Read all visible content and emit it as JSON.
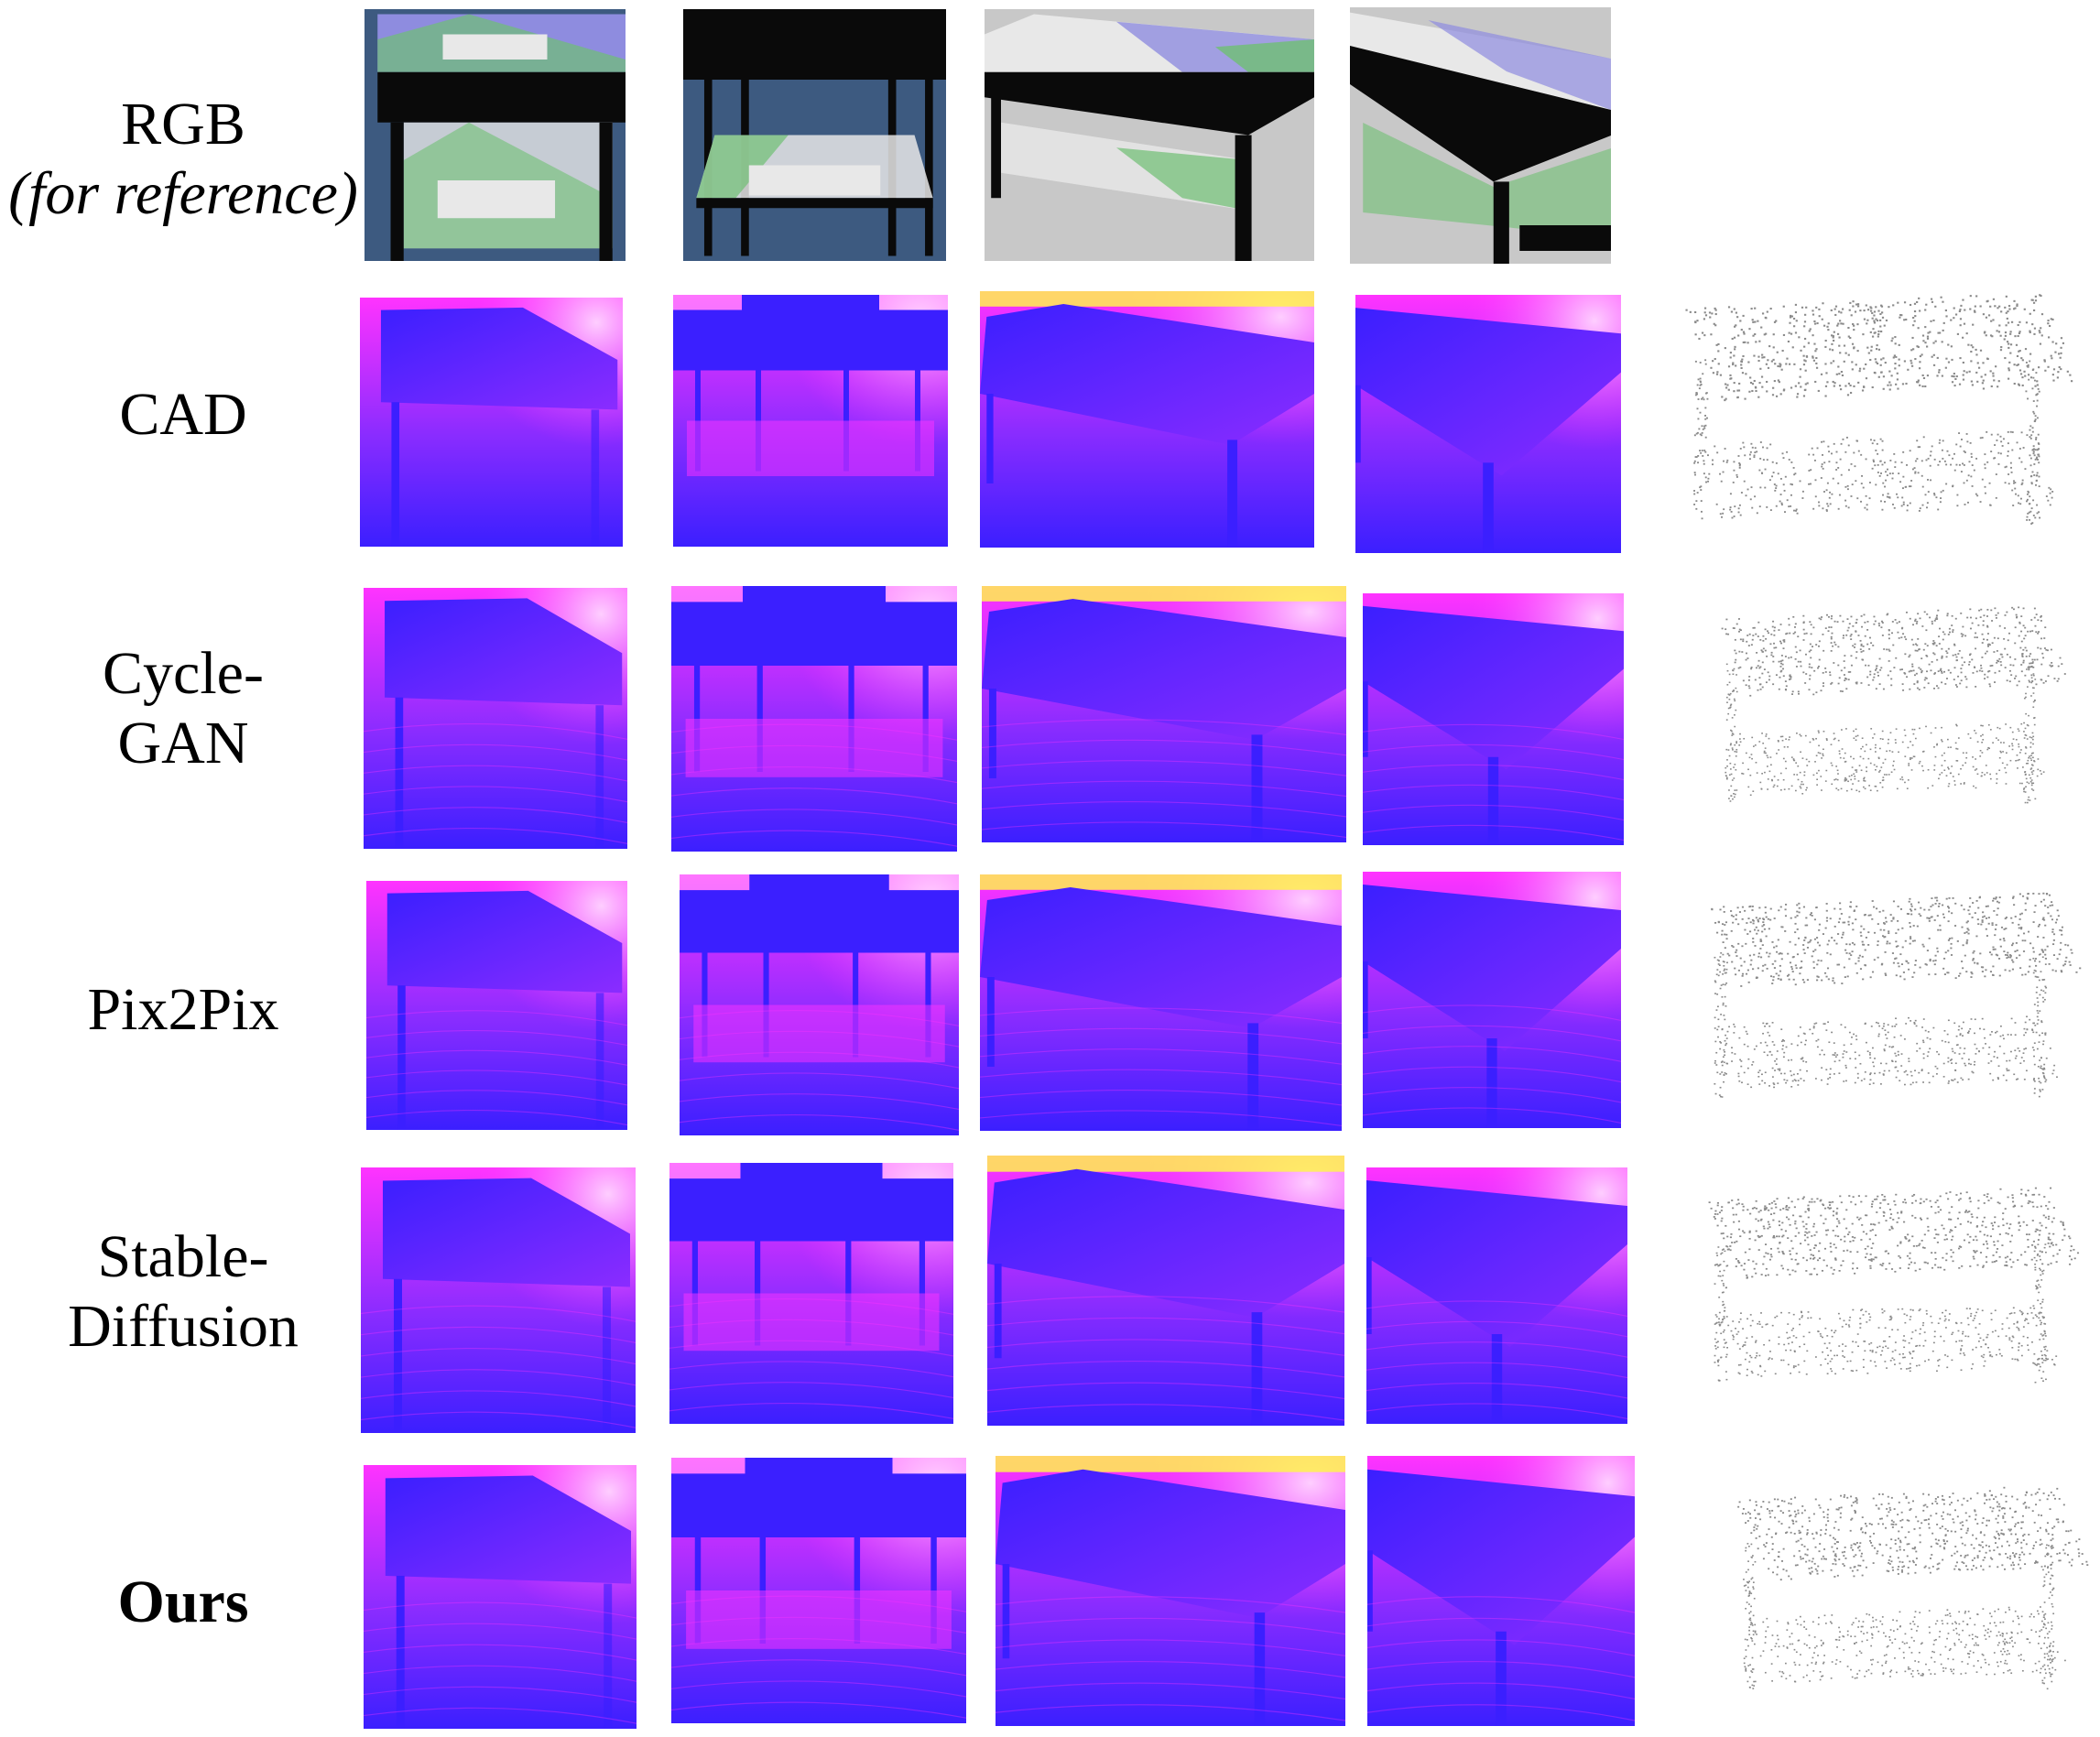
{
  "figure": {
    "rows": [
      {
        "id": "rgb",
        "lines": [
          "RGB",
          "(for reference)"
        ],
        "italic_line": 1,
        "bold": false,
        "kind": "rgb",
        "has_pointcloud": false
      },
      {
        "id": "cad",
        "lines": [
          "CAD"
        ],
        "bold": false,
        "kind": "depth",
        "has_pointcloud": true
      },
      {
        "id": "cyclegan",
        "lines": [
          "Cycle-",
          "GAN"
        ],
        "bold": false,
        "kind": "depth",
        "has_pointcloud": true
      },
      {
        "id": "pix2pix",
        "lines": [
          "Pix2Pix"
        ],
        "bold": false,
        "kind": "depth",
        "has_pointcloud": true
      },
      {
        "id": "stable-diffusion",
        "lines": [
          "Stable-",
          "Diffusion"
        ],
        "bold": false,
        "kind": "depth",
        "has_pointcloud": true
      },
      {
        "id": "ours",
        "lines": [
          "Ours"
        ],
        "bold": true,
        "kind": "depth",
        "has_pointcloud": true
      }
    ],
    "colors": {
      "depth_near": "#3b1fff",
      "depth_mid": "#8a2cff",
      "depth_far": "#ff33ff",
      "depth_highlight": "#ffd6ff",
      "depth_yellow": "#fff34d",
      "rgb_frame": "#0a0a0a",
      "rgb_floor": "#3d5a80",
      "rgb_green": "#6fbf73",
      "rgb_blue": "#8e8cdf",
      "rgb_white": "#e8e8e8",
      "points": "#8a8a8a"
    }
  }
}
